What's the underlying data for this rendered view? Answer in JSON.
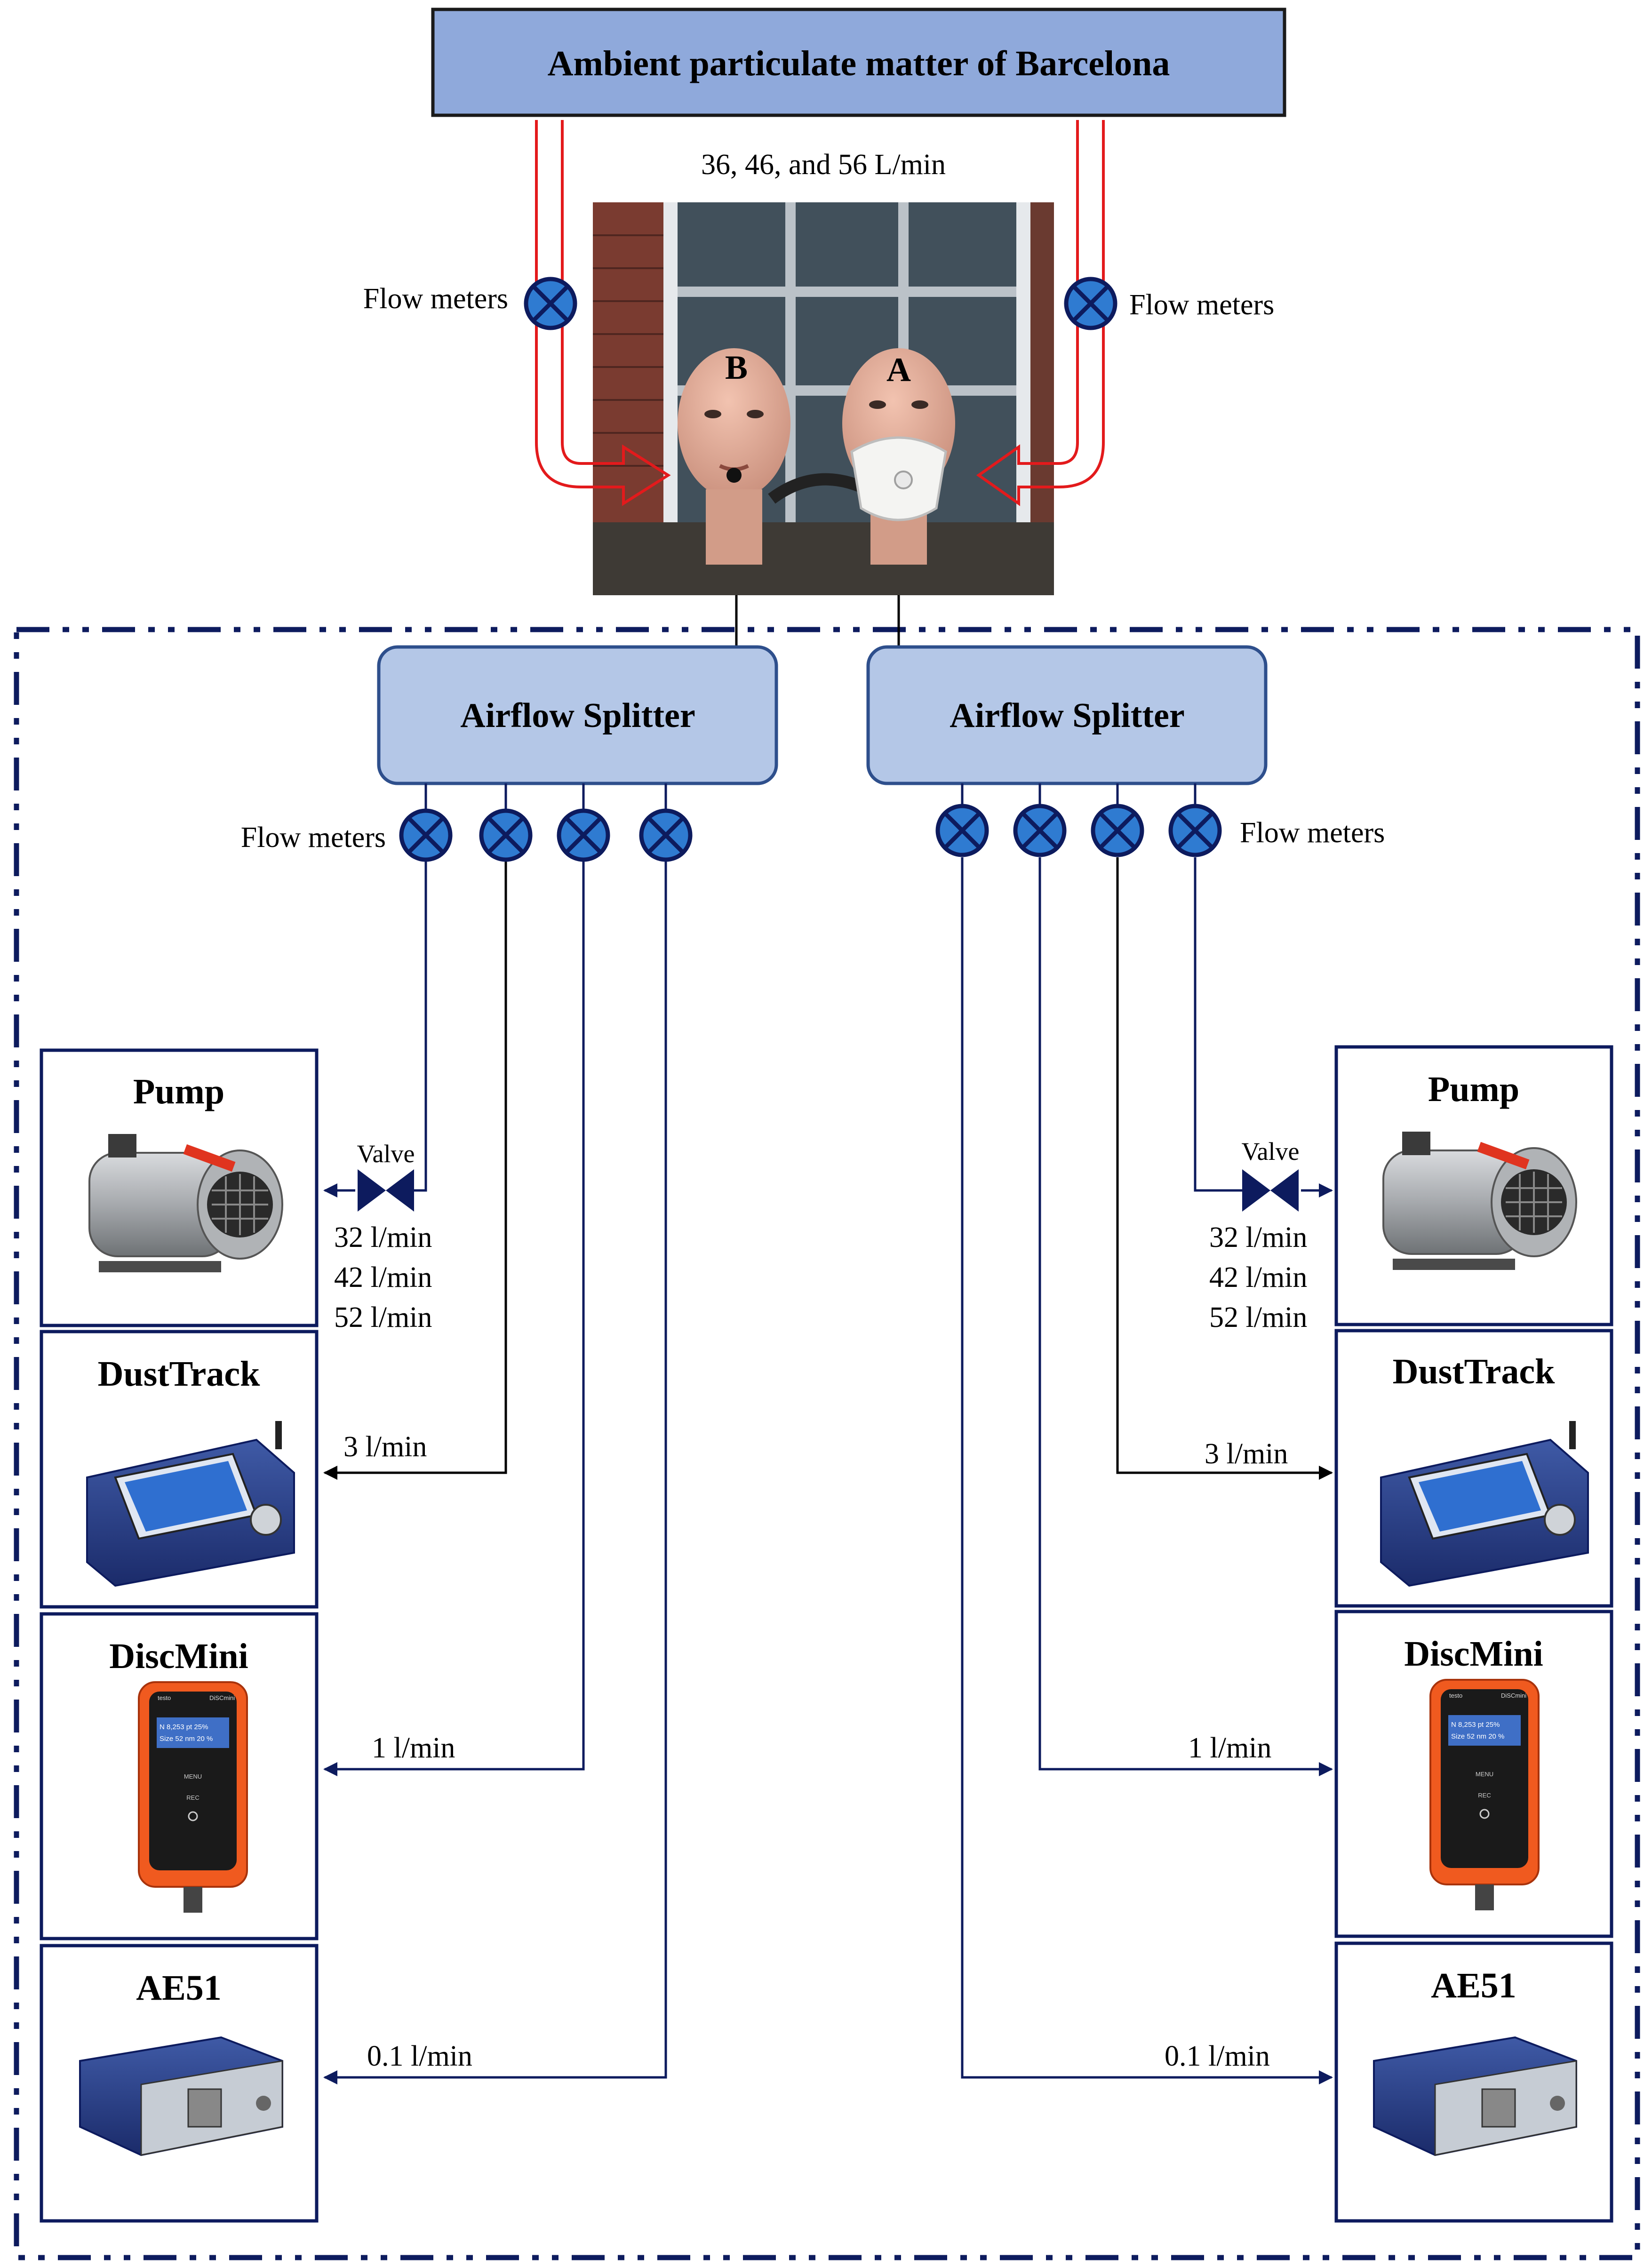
{
  "title": "Ambient particulate matter of Barcelona",
  "flow_rates_top": "36, 46, and 56 L/min",
  "flow_meters_label": "Flow meters",
  "mannequins": {
    "left_label": "B",
    "right_label": "A"
  },
  "splitter_label": "Airflow Splitter",
  "valve_label": "Valve",
  "pump_flows": [
    "32 l/min",
    "42 l/min",
    "52 l/min"
  ],
  "instruments": {
    "pump": "Pump",
    "dusttrack": "DustTrack",
    "discmini": "DiscMini",
    "ae51": "AE51"
  },
  "instrument_flows": {
    "dusttrack": "3 l/min",
    "discmini": "1 l/min",
    "ae51": "0.1 l/min"
  },
  "discmini_screen": {
    "brand": "testo",
    "model": "DiSCmini",
    "line1": "N  8,253 pt   25%",
    "line2": "Size  52 nm   20 %",
    "menu": "MENU",
    "rec": "REC"
  },
  "colors": {
    "title_fill": "#8fa9db",
    "splitter_fill": "#b4c7e7",
    "navy": "#0d1b5e",
    "flow_meter_fill": "#2f7bd1",
    "inlet_red": "#e31a1c"
  }
}
